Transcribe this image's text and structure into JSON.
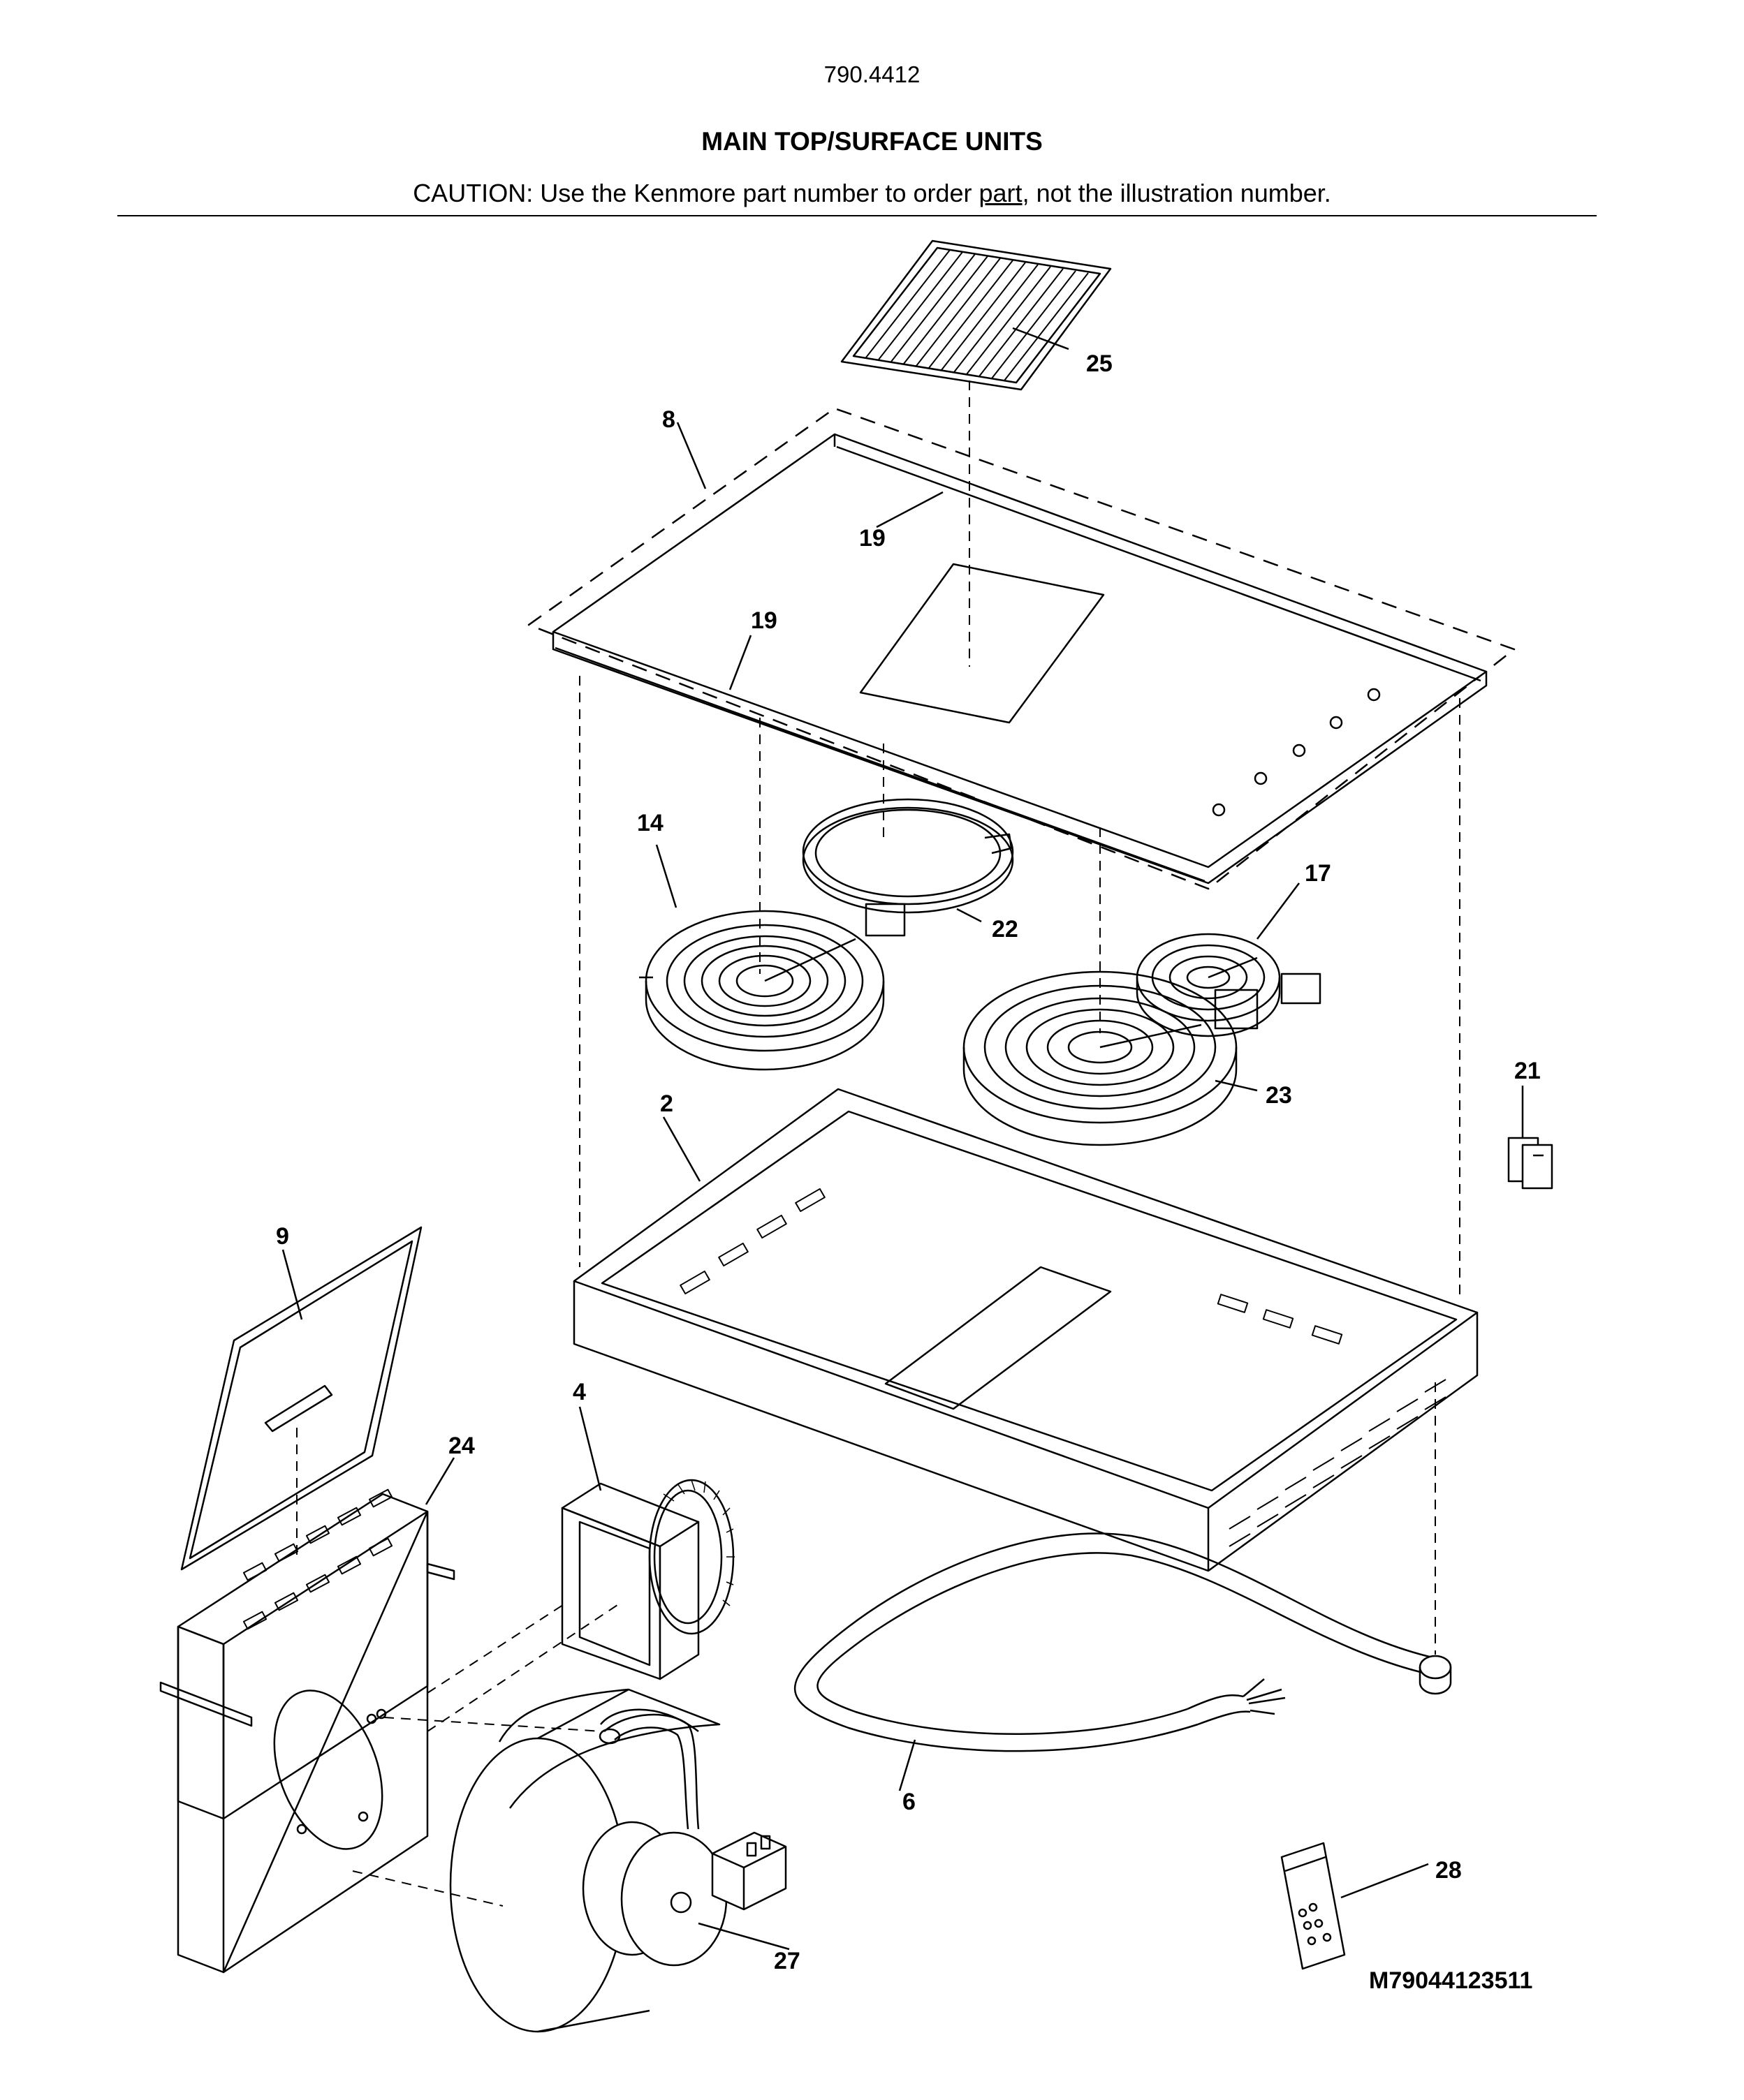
{
  "header": {
    "model": "790.4412",
    "title": "MAIN TOP/SURFACE UNITS",
    "caution_before": "CAUTION: Use the Kenmore part number to order ",
    "caution_link": "part",
    "caution_after": ", not the illustration number."
  },
  "callouts": {
    "c25": "25",
    "c8": "8",
    "c19a": "19",
    "c19b": "19",
    "c14": "14",
    "c22": "22",
    "c17": "17",
    "c23": "23",
    "c2": "2",
    "c21": "21",
    "c9": "9",
    "c4": "4",
    "c24": "24",
    "c6": "6",
    "c28": "28",
    "c27": "27"
  },
  "footer": {
    "code": "M79044123511"
  }
}
